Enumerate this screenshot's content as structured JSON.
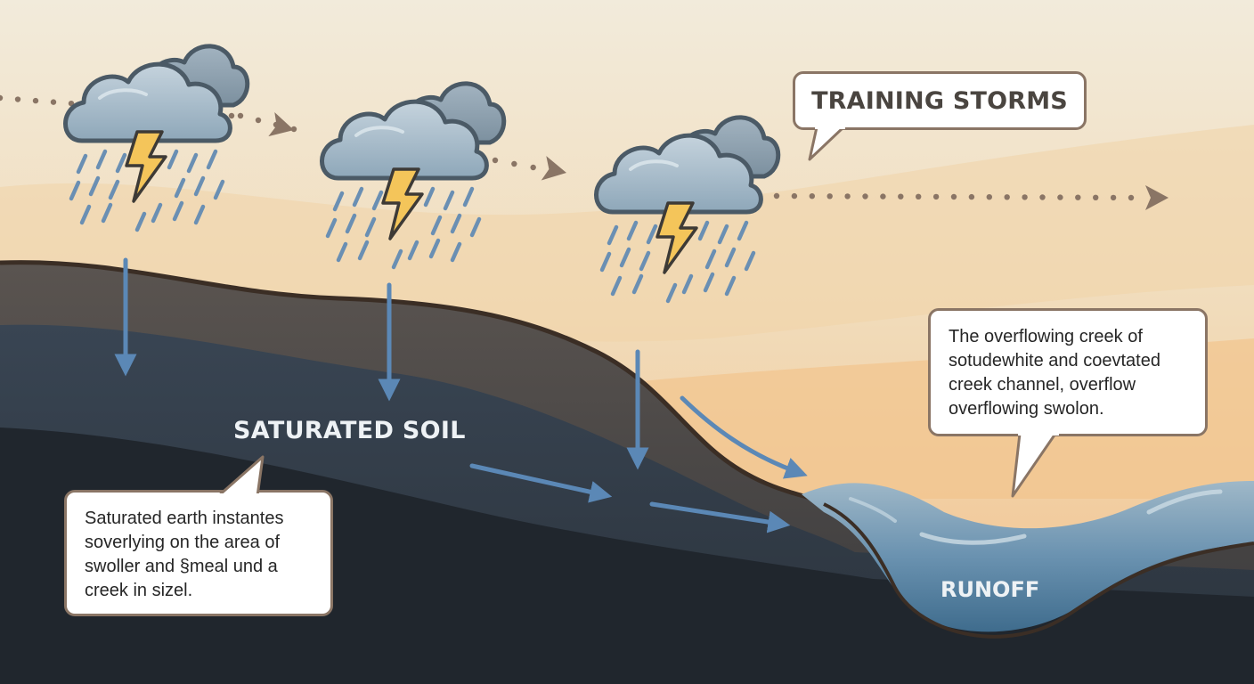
{
  "labels": {
    "title": "TRAINING STORMS",
    "saturated_soil": "SATURATED SOIL",
    "runoff": "RUNOFF"
  },
  "callouts": {
    "creek": "The overflowing creek of\nsotudewhite and coevtated\ncreek channel, overflow\noverflowing swolon.",
    "soil": "Saturated earth instantes\nsoverlying on the area of\nswoller and §meal und a\ncreek in sizel."
  },
  "colors": {
    "sky_top": "#f1e9d6",
    "sky_bottom": "#f2c795",
    "soil_top": "#4c4a48",
    "soil_deep": "#20262c",
    "water": "#5b86a6",
    "arrow_blue": "#5b88b6",
    "cloud": "#9db3c4",
    "lightning": "#f4c55a",
    "motion_dots": "#8a7565",
    "callout_border": "#8a7565"
  },
  "icons": [
    "storm-cloud-icon",
    "lightning-icon",
    "rain-icon",
    "arrow-icon"
  ]
}
